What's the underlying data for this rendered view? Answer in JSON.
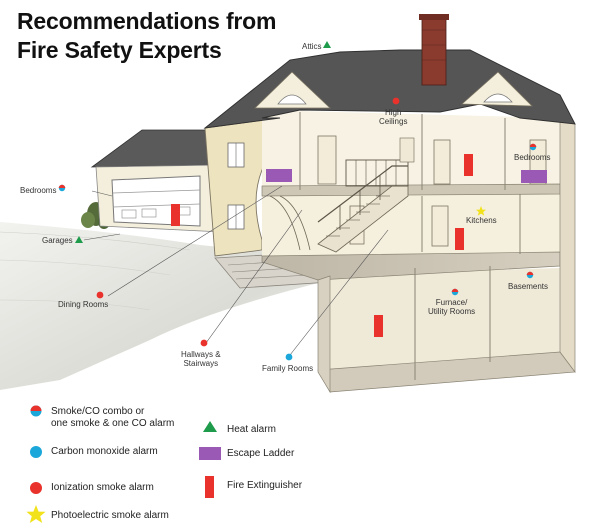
{
  "title": {
    "line1": "Recommendations from",
    "line2": "Fire Safety Experts"
  },
  "locations": {
    "attics": "Attics",
    "high_ceilings_1": "High",
    "high_ceilings_2": "Ceilings",
    "bedrooms_left": "Bedrooms",
    "bedrooms_right": "Bedrooms",
    "garages": "Garages",
    "kitchens": "Kitchens",
    "dining_rooms": "Dining Rooms",
    "basements": "Basements",
    "furnace_1": "Furnace/",
    "furnace_2": "Utility Rooms",
    "hallways_1": "Hallways &",
    "hallways_2": "Stairways",
    "family_rooms": "Family Rooms"
  },
  "legend": {
    "combo_1": "Smoke/CO combo or",
    "combo_2": "one smoke & one CO alarm",
    "co": "Carbon monoxide alarm",
    "ionization": "Ionization smoke alarm",
    "photoelectric": "Photoelectric smoke alarm",
    "heat": "Heat alarm",
    "ladder": "Escape Ladder",
    "extinguisher": "Fire Extinguisher"
  },
  "colors": {
    "ionization": "#e8322b",
    "co": "#1ba7d9",
    "heat": "#1e9b4b",
    "ladder": "#9b59b6",
    "extinguisher": "#e8322b",
    "photoelectric": "#f2e21b",
    "roof": "#4a4a4a",
    "wall": "#f1ead2",
    "floor": "#c9c1b1"
  },
  "icons": {
    "combo": "half-red-half-blue-circle-icon",
    "co": "blue-circle-icon",
    "ionization": "red-circle-icon",
    "photoelectric": "yellow-star-icon",
    "heat": "green-triangle-icon",
    "ladder": "purple-rectangle-icon",
    "extinguisher": "red-vertical-bar-icon"
  }
}
